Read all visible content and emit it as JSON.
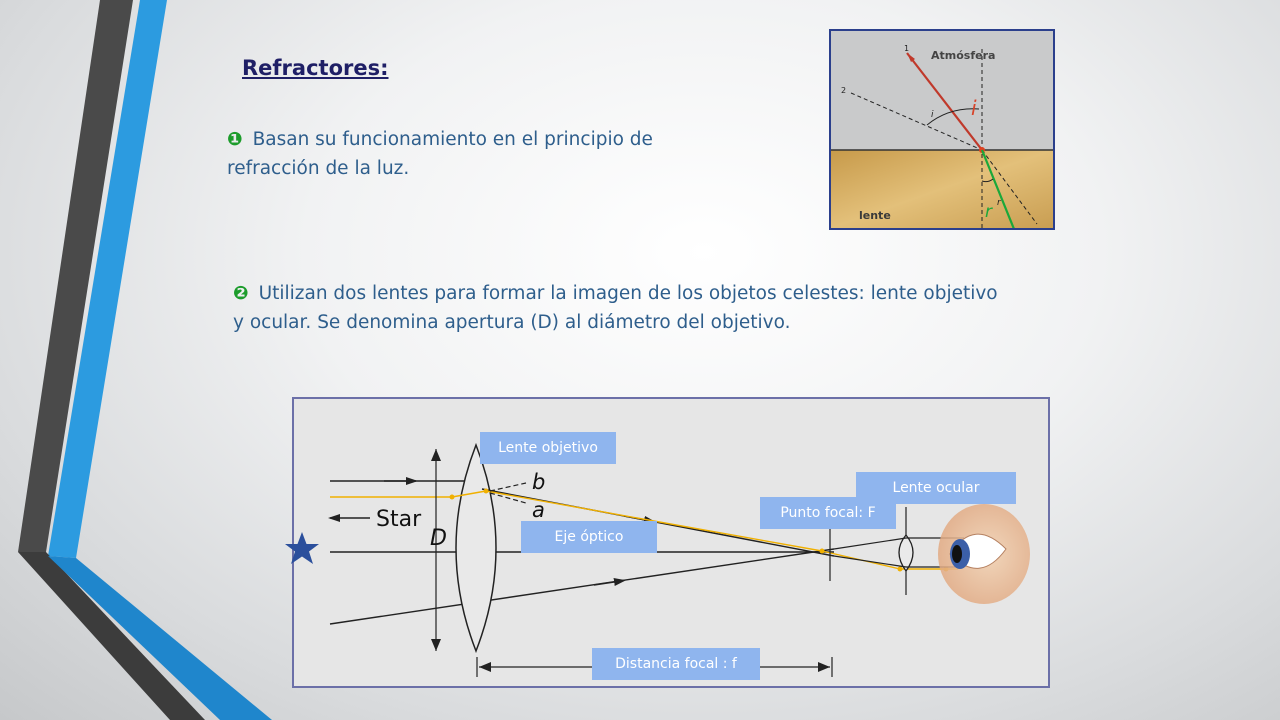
{
  "slide": {
    "title": "Refractores:",
    "bullets": [
      {
        "marker": "❶",
        "text": "Basan su funcionamiento en el principio de refracción de la luz."
      },
      {
        "marker": "❷",
        "text": "Utilizan dos lentes para formar la imagen de los objetos celestes: lente objetivo y ocular. Se denomina apertura (D) al diámetro del objetivo."
      }
    ]
  },
  "refraction_diagram": {
    "medium_top": "Atmósfera",
    "medium_bottom": "lente",
    "ray_1": "1",
    "ray_2": "2",
    "angle_incidence": "i",
    "angle_incidence_small": "i",
    "angle_refraction": "r",
    "angle_refraction_small": "r"
  },
  "telescope_diagram": {
    "labels": {
      "objective_lens": "Lente objetivo",
      "eyepiece_lens": "Lente ocular",
      "focal_point": "Punto focal: F",
      "optical_axis": "Eje óptico",
      "focal_distance": "Distancia focal : f"
    },
    "drawn_text": {
      "star": "Star",
      "aperture": "D",
      "ray_b": "b",
      "ray_a": "a"
    }
  },
  "colors": {
    "title": "#1f1f66",
    "bullet_text": "#2e5e8c",
    "bullet_marker": "#1c9c2b",
    "label_bg": "#8fb5ee",
    "frame_border": "#6c70a8",
    "stripe_dark": "#4a4a4a",
    "stripe_blue": "#2c9be0",
    "star": "#2b4f9c"
  }
}
